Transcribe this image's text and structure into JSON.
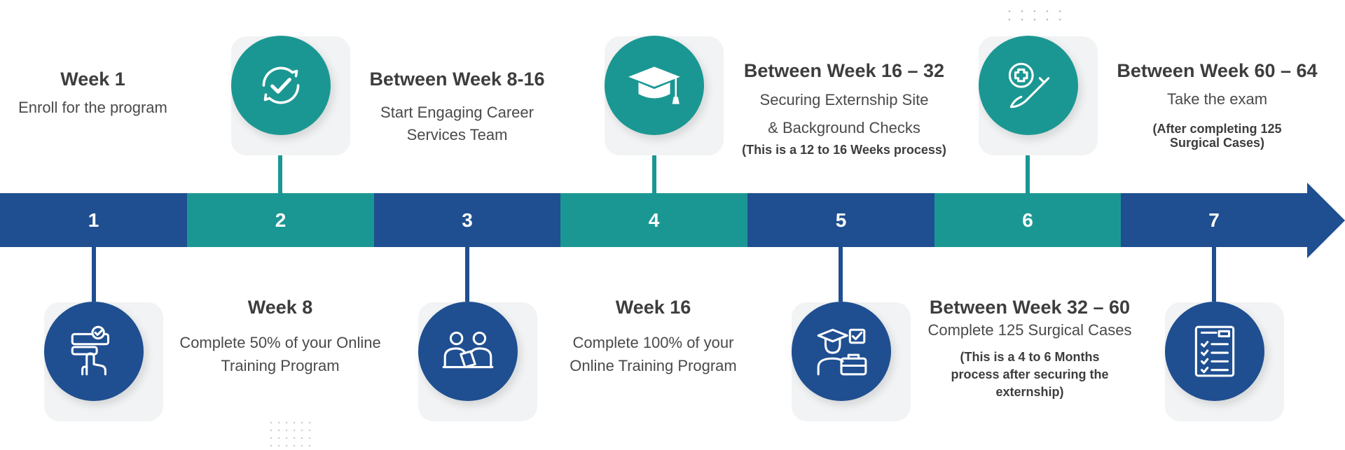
{
  "steps": [
    {
      "num": "1",
      "heading": "Week 1",
      "desc": "Enroll for the program",
      "note": "",
      "icon": "touch-hand-icon"
    },
    {
      "num": "2",
      "heading": "Week 8",
      "desc": "Complete 50% of your Online Training Program",
      "note": "",
      "icon": "refresh-check-icon"
    },
    {
      "num": "3",
      "heading": "Between Week 8-16",
      "desc": "Start Engaging Career Services Team",
      "note": "",
      "icon": "people-meeting-icon"
    },
    {
      "num": "4",
      "heading": "Week 16",
      "desc": "Complete 100% of your Online Training Program",
      "note": "",
      "icon": "graduation-cap-icon"
    },
    {
      "num": "5",
      "heading": "Between Week 16 – 32",
      "desc": "Securing Externship Site & Background Checks",
      "note": "(This is a 12 to 16 Weeks process)",
      "icon": "graduate-briefcase-icon"
    },
    {
      "num": "6",
      "heading": "Between Week 32 – 60",
      "desc": "Complete 125 Surgical Cases",
      "note": "(This is a 4 to 6 Months process after securing the externship)",
      "icon": "scalpel-medical-icon"
    },
    {
      "num": "7",
      "heading": "Between Week 60 – 64",
      "desc": "Take the exam",
      "note": "(After completing 125 Surgical Cases)",
      "icon": "checklist-icon"
    }
  ],
  "colors": {
    "blue": "#1f4f91",
    "teal": "#1b9793"
  }
}
